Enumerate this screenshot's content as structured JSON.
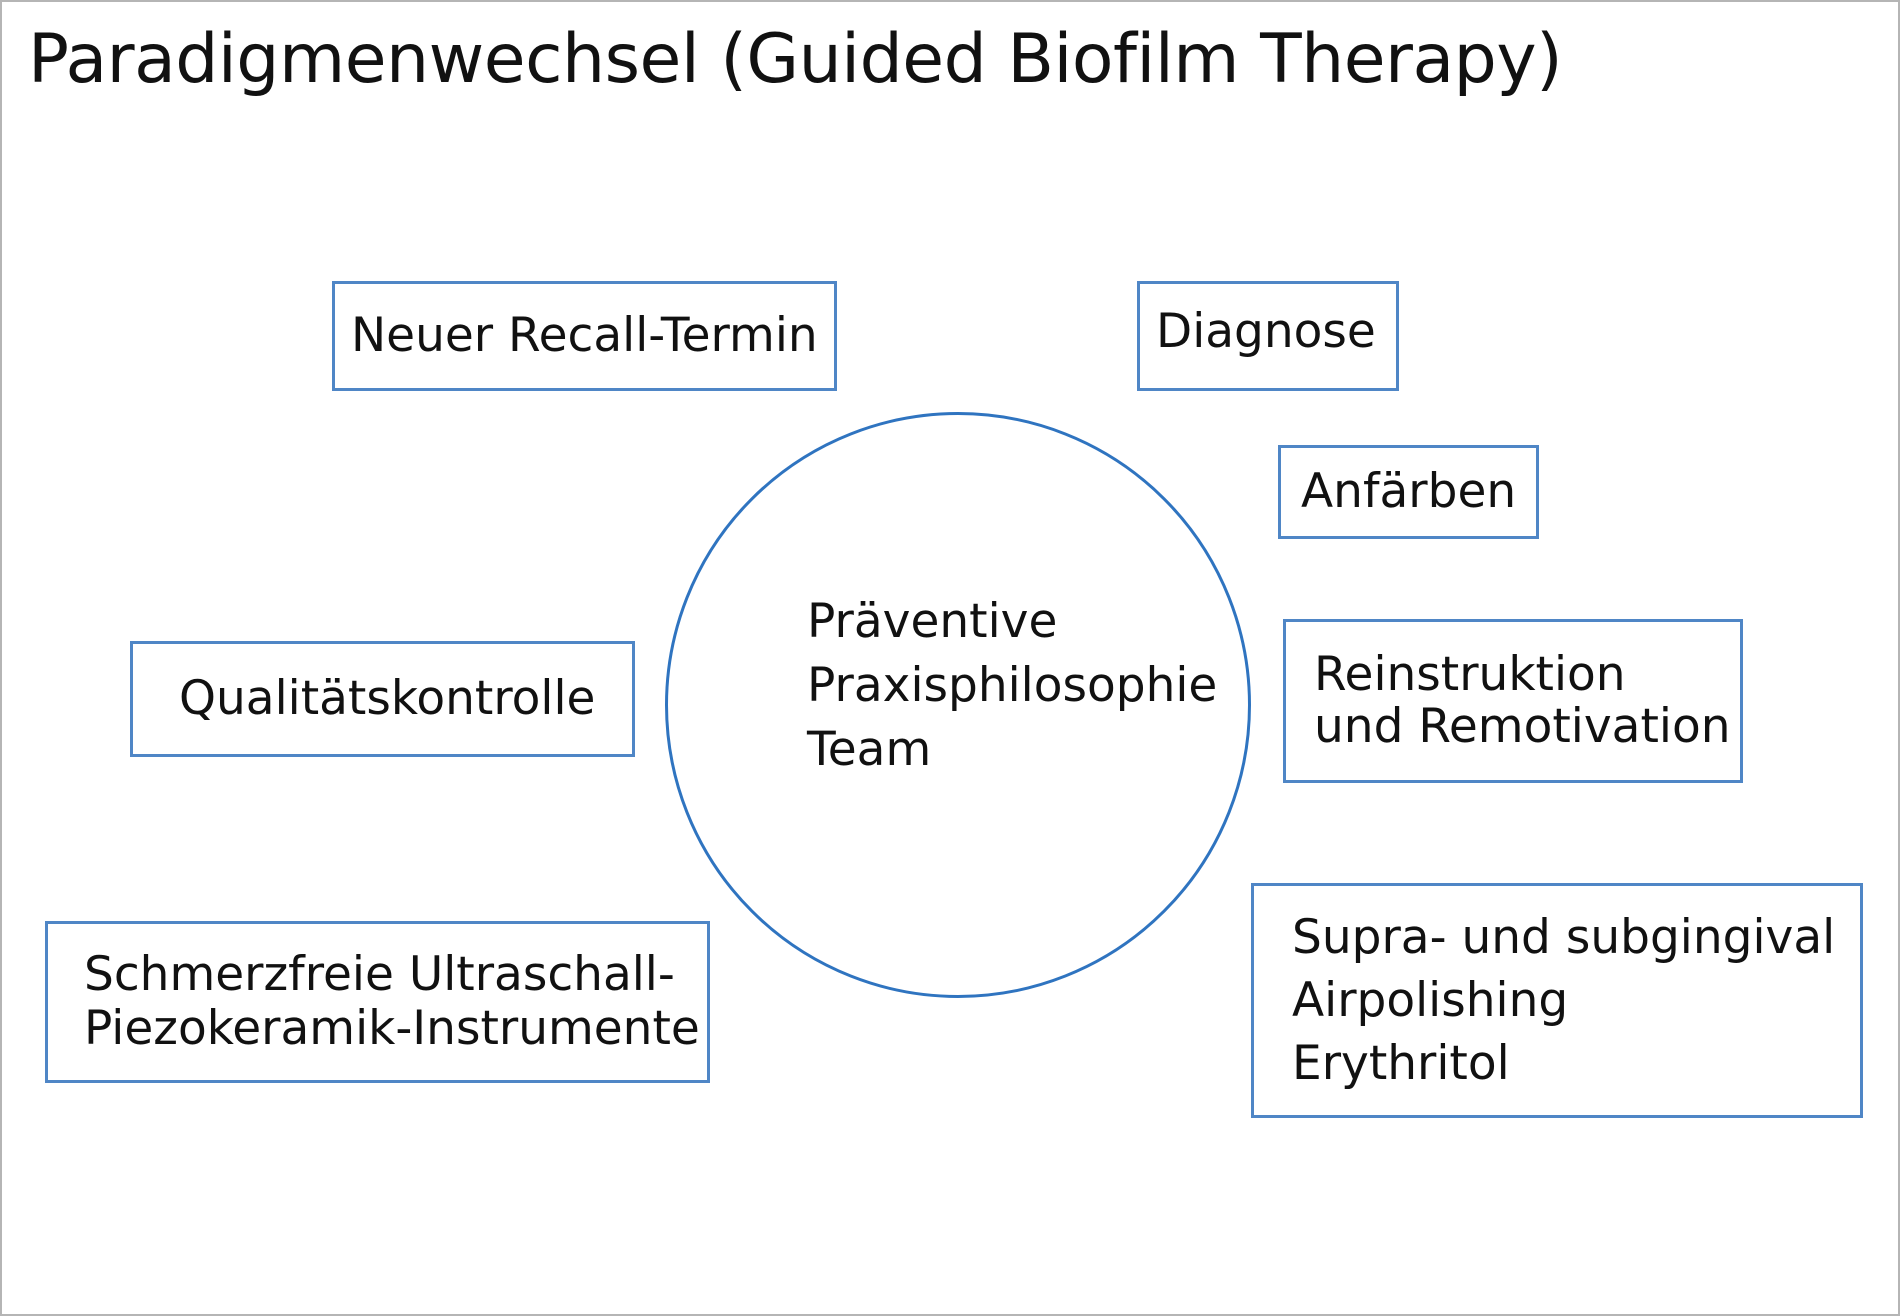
{
  "title": "Paradigmenwechsel (Guided Biofilm Therapy)",
  "center": {
    "lines": [
      "Präventive",
      "Praxisphilosophie",
      "Team"
    ]
  },
  "boxes": {
    "recall": [
      "Neuer Recall-Termin"
    ],
    "diagnose": [
      "Diagnose"
    ],
    "anfaerben": [
      "Anfärben"
    ],
    "qualitaet": [
      "Qualitätskontrolle"
    ],
    "reinstruktion": [
      "Reinstruktion",
      "und Remotivation"
    ],
    "schmerzfrei": [
      "Schmerzfreie Ultraschall-",
      "Piezokeramik-Instrumente"
    ],
    "airpolishing": [
      "Supra- und subgingival",
      "Airpolishing",
      "Erythritol"
    ]
  },
  "colors": {
    "box_border": "#4f86c6",
    "circle_border": "#2f74c0",
    "text": "#111111"
  }
}
